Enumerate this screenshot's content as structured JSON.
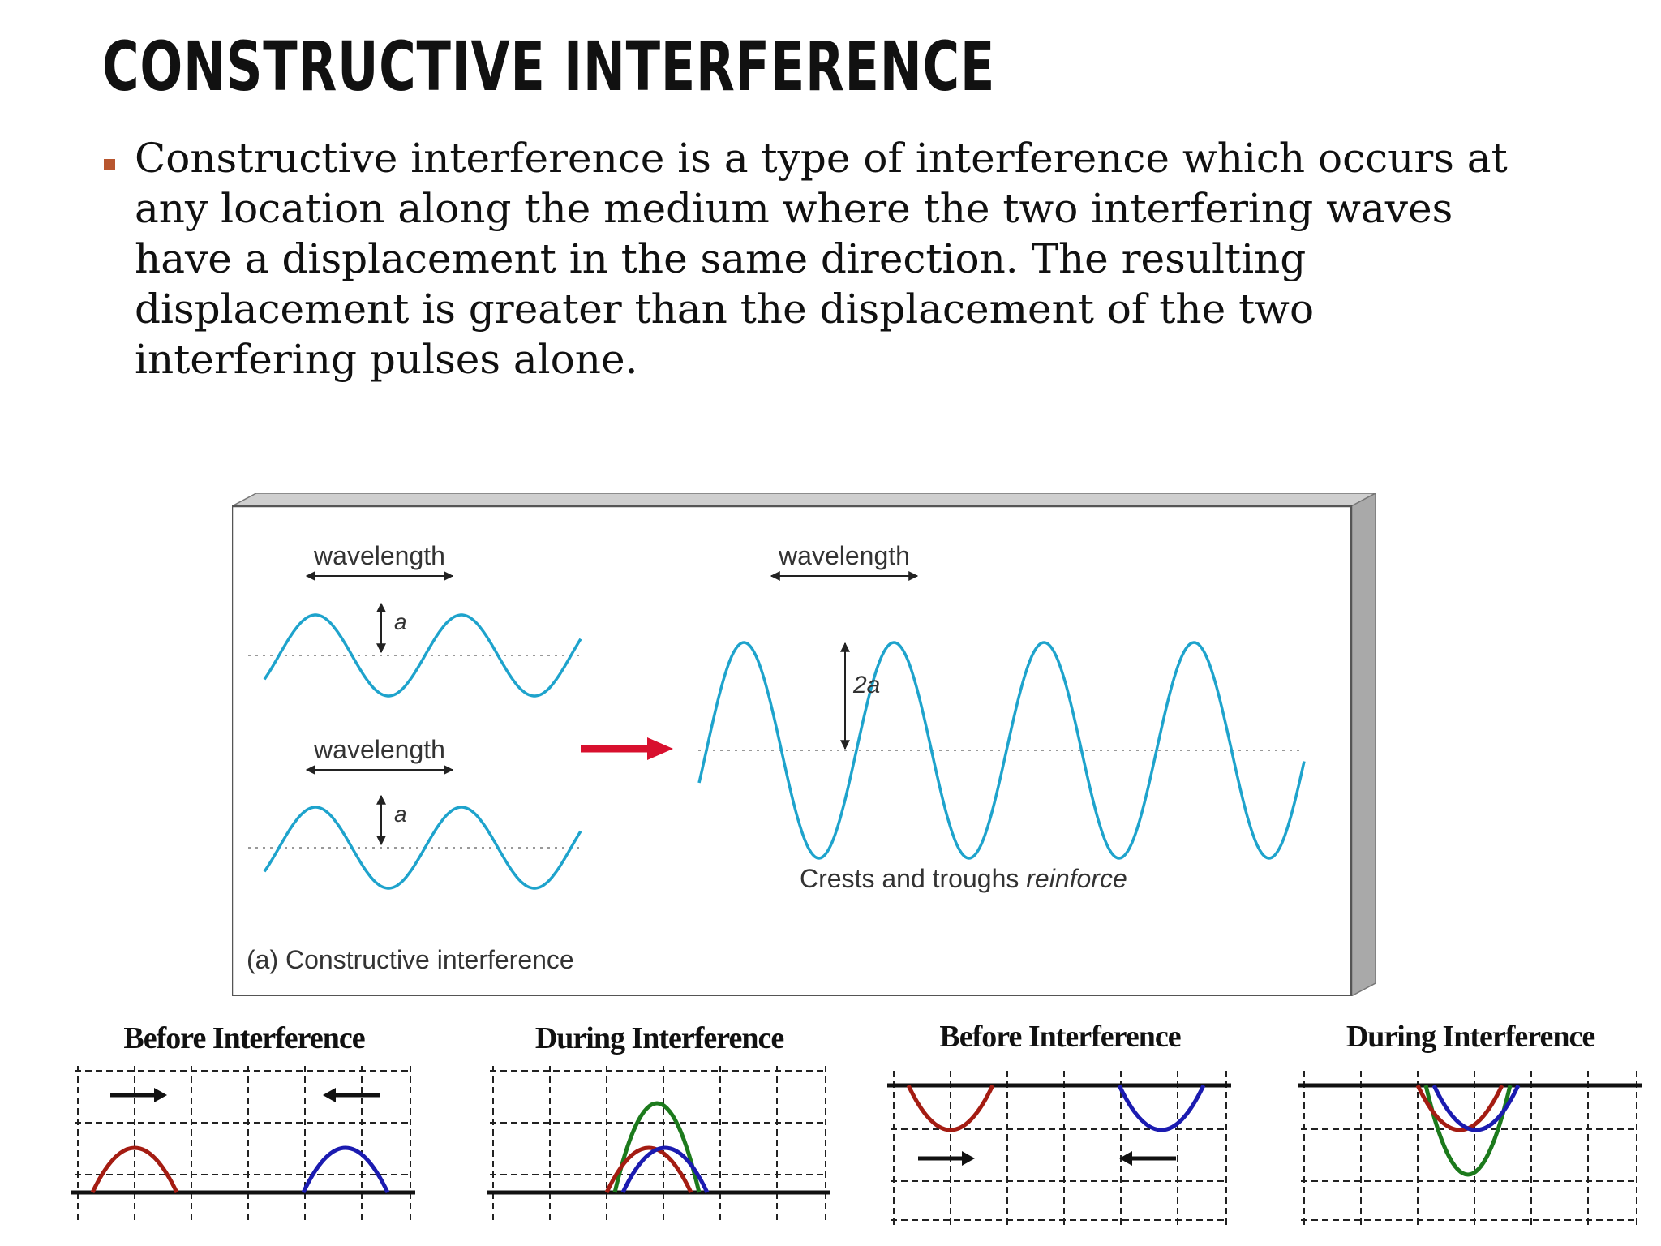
{
  "slide": {
    "title": "CONSTRUCTIVE INTERFERENCE",
    "body_lines": [
      "Constructive interference is a type of interference which occurs at",
      "any location along the medium where the two interfering waves",
      "have a displacement in the same direction. The resulting",
      "displacement is greater than the displacement of the two",
      "interfering pulses alone."
    ],
    "bullet_color": "#b8562f"
  },
  "figure": {
    "wave_color": "#1ea3cc",
    "arrow_color": "#d8102e",
    "wave1_label": "wavelength",
    "wave1_amplitude_label": "a",
    "wave2_label": "wavelength",
    "wave2_amplitude_label": "a",
    "result_label": "wavelength",
    "result_amplitude_label": "2a",
    "caption_prefix": "Crests and troughs ",
    "caption_emphasis": "reinforce",
    "panel_caption": "(a) Constructive interference"
  },
  "bottom_panels": [
    {
      "label": "Before Interference"
    },
    {
      "label": "During Interference"
    },
    {
      "label": "Before Interference"
    },
    {
      "label": "During Interference"
    }
  ],
  "colors": {
    "pulse_red": "#a41c12",
    "pulse_blue": "#1b1bb0",
    "pulse_green": "#1c7a1c",
    "medium_line": "#111111"
  }
}
